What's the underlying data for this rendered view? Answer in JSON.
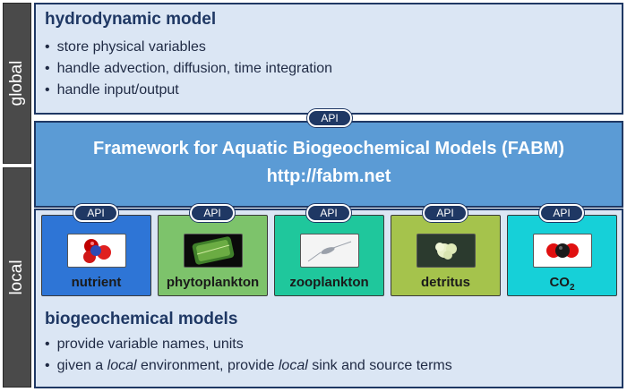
{
  "side_labels": {
    "global": "global",
    "local": "local"
  },
  "hydro": {
    "title": "hydrodynamic model",
    "bullets": [
      "store physical variables",
      "handle advection, diffusion, time integration",
      "handle input/output"
    ]
  },
  "fabm": {
    "title": "Framework for Aquatic Biogeochemical Models (FABM)",
    "url": "http://fabm.net"
  },
  "api_label": "API",
  "modules": [
    {
      "label": "nutrient",
      "color": "#2e75d6",
      "icon": "molecule-icon"
    },
    {
      "label": "phytoplankton",
      "color": "#7dc36b",
      "icon": "phytoplankton-image"
    },
    {
      "label": "zooplankton",
      "color": "#1fc79c",
      "icon": "zooplankton-image"
    },
    {
      "label": "detritus",
      "color": "#a5c34c",
      "icon": "detritus-image"
    },
    {
      "label_main": "CO",
      "label_sub": "2",
      "color": "#16d0d8",
      "icon": "co2-molecule-icon"
    }
  ],
  "bgc": {
    "title": "biogeochemical models",
    "bullet1": "provide variable names, units",
    "bullet2": {
      "a": "given a ",
      "b": "local",
      "c": " environment, provide ",
      "d": "local",
      "e": " sink and source terms"
    }
  }
}
